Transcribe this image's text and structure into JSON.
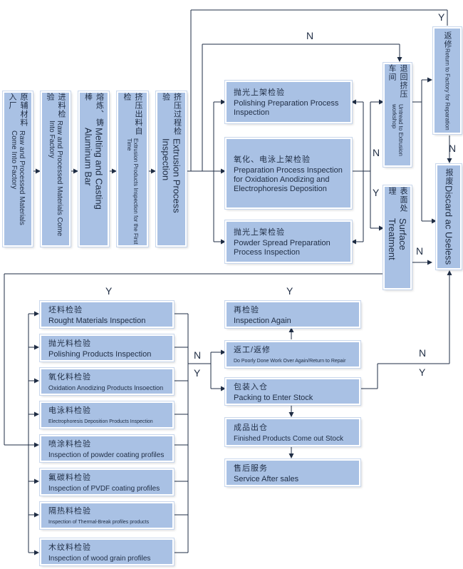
{
  "process_column": [
    {
      "zh": "原辅材料入厂",
      "en": "Raw and Processed Materials Come Into Factory"
    },
    {
      "zh": "进料检验",
      "en": "Raw and Processed Materials Come Into Factory"
    },
    {
      "zh": "熔炼、铸棒",
      "en": "Melting and Casting Aluminum Bar"
    },
    {
      "zh": "挤压出料自检",
      "en": "Extrusion Products Inspection for the First Time"
    },
    {
      "zh": "挤压过程检验",
      "en": "Extrusion Process Inspection"
    }
  ],
  "prep_inspections": [
    {
      "zh": "抛光上架检验",
      "en": "Polishing Preparation Process Inspection"
    },
    {
      "zh": "氧化、电泳上架检验",
      "en": "Preparation Process Inspection for Oxidation Anodizing and Electrophoresis Deposition"
    },
    {
      "zh": "抛光上架检验",
      "en": "Powder Spread Preparation Process Inspection"
    }
  ],
  "return_workshop": {
    "zh": "退回挤压车间",
    "en": "Untread to Extrusion workshop"
  },
  "surface_treatment": {
    "zh": "表面处理",
    "en": "Surface Treatment"
  },
  "return_factory": {
    "zh": "返修",
    "en": "Return to Factory for Reparation"
  },
  "discard": {
    "zh": "报废",
    "en": "Discard ac Useless"
  },
  "product_inspections": [
    {
      "zh": "坯料检验",
      "en": "Rought Materials Inspection"
    },
    {
      "zh": "抛光料检验",
      "en": "Polishing Products Inspection"
    },
    {
      "zh": "氧化料检验",
      "en": "Oxidation Anodizing Products Insoection"
    },
    {
      "zh": "电泳料检验",
      "en": "Electrophoresis Deposition Products Inspection"
    },
    {
      "zh": "喷涂料检验",
      "en": "Inspection of powder coating profiles"
    },
    {
      "zh": "氟碳料检验",
      "en": "Inspection of PVDF coating profiles"
    },
    {
      "zh": "隔热料检验",
      "en": "Inspection of Thermal-Break profiles products"
    },
    {
      "zh": "木纹料检验",
      "en": "Inspection of wood grain profiles"
    }
  ],
  "final_chain": [
    {
      "zh": "再检验",
      "en": "Inspection Again"
    },
    {
      "zh": "返工/返修",
      "en": "Do Poorly Done Work Over Again/Return to Repair"
    },
    {
      "zh": "包装入仓",
      "en": "Packing to Enter Stock"
    },
    {
      "zh": "成品出仓",
      "en": "Finished Products Come out Stock"
    },
    {
      "zh": "售后服务",
      "en": "Service After sales"
    }
  ],
  "labels": {
    "yes": "Y",
    "no": "N"
  },
  "colors": {
    "box_fill": "#a9c1e4",
    "line": "#1f2d44"
  }
}
